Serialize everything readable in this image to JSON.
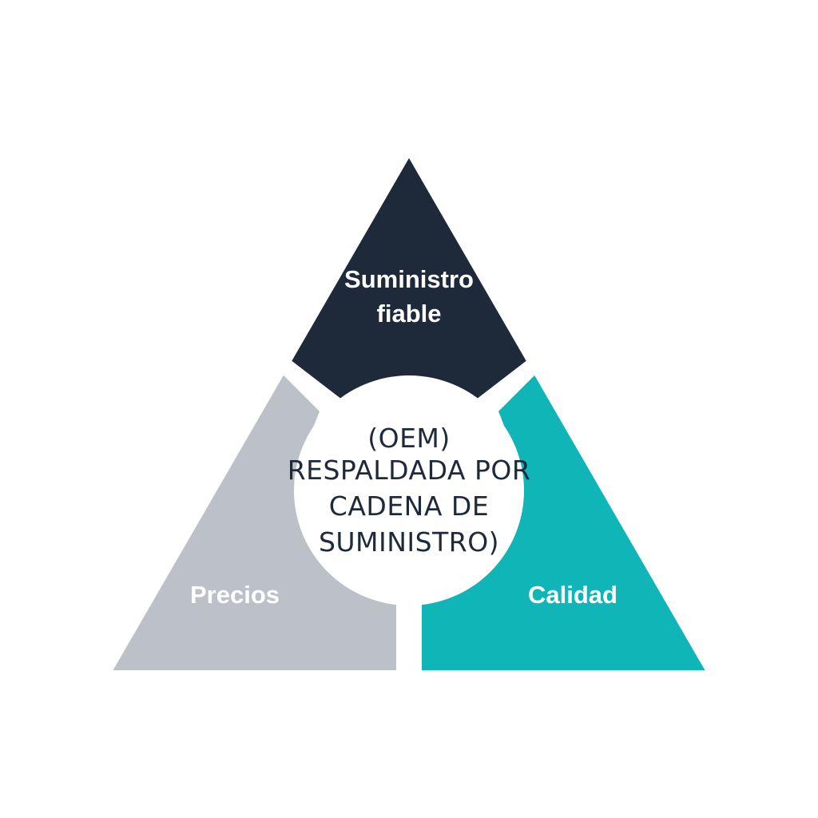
{
  "diagram": {
    "colors": {
      "background": "#ffffff",
      "top_segment": "#1e2a3a",
      "left_segment": "#bcc1c9",
      "right_segment": "#10b5b8",
      "center_circle": "#ffffff",
      "segment_text": "#ffffff",
      "center_text": "#1e2a3a"
    },
    "segments": {
      "top": {
        "line1": "Suministro",
        "line2": "fiable"
      },
      "left": {
        "label": "Precios"
      },
      "right": {
        "label": "Calidad"
      }
    },
    "center": {
      "line1": "(OEM)",
      "line2": "RESPALDADA POR",
      "line3": "CADENA DE",
      "line4": "SUMINISTRO)"
    }
  }
}
